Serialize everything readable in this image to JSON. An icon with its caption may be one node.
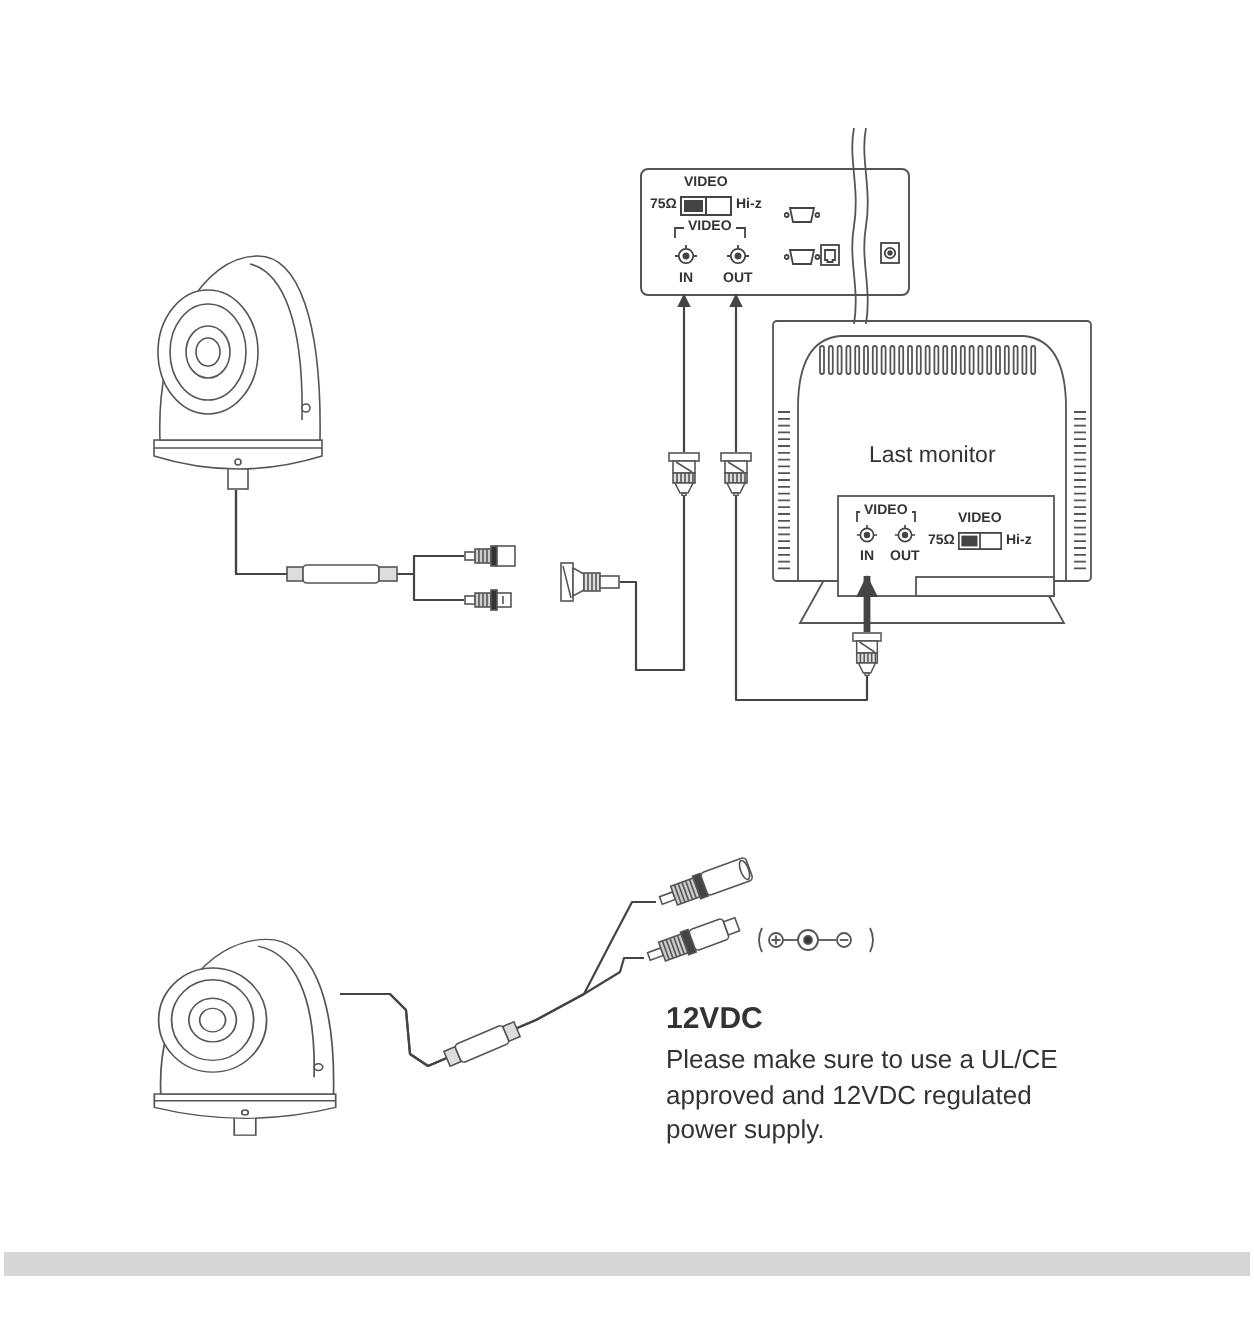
{
  "diagram": {
    "nodes": [
      {
        "text": [],
        "shape": "box"
      },
      {
        "text": [
          "VIDEO"
        ],
        "beside": [
          "75Ω",
          "Hi-z"
        ],
        "in": 0
      },
      {
        "text": [
          "IN"
        ],
        "in": 0
      },
      {
        "text": [
          "OUT"
        ],
        "in": 0
      },
      {
        "text": [],
        "shape": "picture"
      },
      {
        "text": [],
        "shape": "picture"
      },
      {
        "text": [],
        "shape": "picture"
      },
      {
        "text": [
          "Last monitor"
        ]
      },
      {
        "text": [
          "IN"
        ],
        "in": 7
      },
      {
        "text": [
          "OUT"
        ],
        "in": 7
      },
      {
        "text": [
          "VIDEO"
        ],
        "beside": [
          "75Ω",
          "Hi-z"
        ],
        "in": 7
      },
      {
        "text": [],
        "shape": "picture"
      },
      {
        "text": [],
        "shape": "picture"
      },
      {
        "text": [],
        "shape": "picture"
      },
      {
        "text": [],
        "shape": "picture"
      },
      {
        "text": [],
        "shape": "picture"
      },
      {
        "text": [],
        "shape": "picture"
      },
      {
        "text": [],
        "shape": "picture"
      }
    ],
    "edges": [
      {
        "from": 4,
        "to": 11,
        "arrow": "none"
      },
      {
        "from": 4,
        "to": 12,
        "arrow": "none"
      },
      {
        "from": 13,
        "to": 5,
        "arrow": "none"
      },
      {
        "from": 5,
        "to": 2,
        "arrow": "to"
      },
      {
        "from": 6,
        "to": 3,
        "arrow": "to"
      },
      {
        "from": 6,
        "to": 14,
        "arrow": "none"
      },
      {
        "from": 14,
        "to": 8,
        "arrow": "to",
        "style": "thick"
      },
      {
        "from": 15,
        "to": 16,
        "arrow": "none"
      },
      {
        "from": 15,
        "to": 17,
        "arrow": "none"
      }
    ],
    "labels": [
      "VIDEO",
      "VIDEO",
      "12VDC",
      "Please make sure to use a UL/CE approved and 12VDC regulated power supply."
    ]
  }
}
